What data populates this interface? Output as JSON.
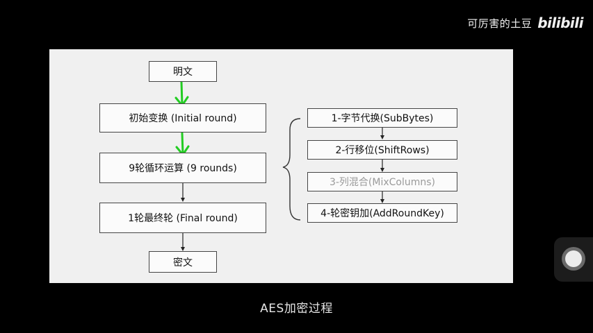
{
  "watermark": {
    "uploader": "可厉害的土豆",
    "logo": "bilibili"
  },
  "diagram": {
    "main_flow": [
      "明文",
      "初始变换 (Initial round)",
      "9轮循环运算 (9 rounds)",
      "1轮最终轮 (Final round)",
      "密文"
    ],
    "round_steps": [
      "1-字节代换(SubBytes)",
      "2-行移位(ShiftRows)",
      "3-列混合(MixColumns)",
      "4-轮密钥加(AddRoundKey)"
    ],
    "highlight_color": "#22cc22",
    "muted_step_color": "#9a9a9a"
  },
  "caption": "AES加密过程"
}
